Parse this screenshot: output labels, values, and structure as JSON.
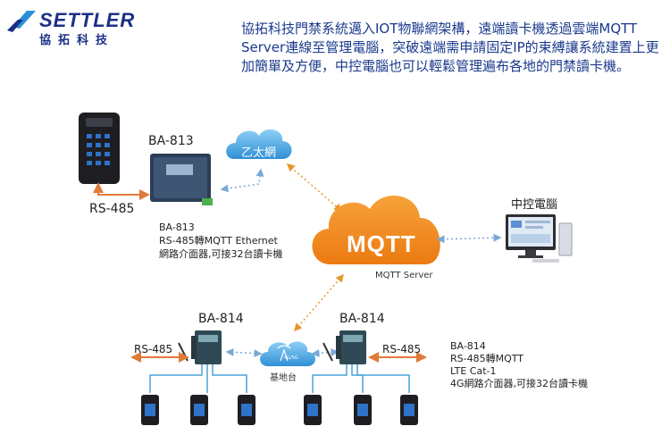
{
  "logo": {
    "brand": "SETTLER",
    "subtitle": "協拓科技"
  },
  "intro": {
    "text": "協拓科技門禁系統邁入IOT物聯網架構，遠端讀卡機透過雲端MQTT Server連線至管理電腦，突破遠端需申請固定IP的束縛讓系統建置上更加簡單及方便，中控電腦也可以輕鬆管理遍布各地的門禁讀卡機。"
  },
  "ba813": {
    "title": "BA-813",
    "rs485": "RS-485",
    "desc_line1": "BA-813",
    "desc_line2": "RS-485轉MQTT Ethernet",
    "desc_line3": "網路介面器,可接32台讀卡機"
  },
  "ethernet_cloud": {
    "label": "乙太網"
  },
  "mqtt_cloud": {
    "label": "MQTT",
    "caption": "MQTT Server"
  },
  "central_pc": {
    "label": "中控電腦"
  },
  "ba814": {
    "title_left": "BA-814",
    "title_right": "BA-814",
    "rs485_left": "RS-485",
    "rs485_right": "RS-485",
    "desc_line1": "BA-814",
    "desc_line2": "RS-485轉MQTT",
    "desc_line3": "LTE Cat-1",
    "desc_line4": "4G網路介面器,可接32台讀卡機"
  },
  "base_station": {
    "label": "基地台",
    "badge": "4G/5G"
  },
  "colors": {
    "brand_blue": "#1b2f86",
    "mqtt_orange": "#f28a1e",
    "cloud_blue": "#3aa3e3",
    "link_orange": "#e8962e",
    "rs485_arrow": "#e07a3a",
    "cable_blue": "#4aa3d8"
  }
}
